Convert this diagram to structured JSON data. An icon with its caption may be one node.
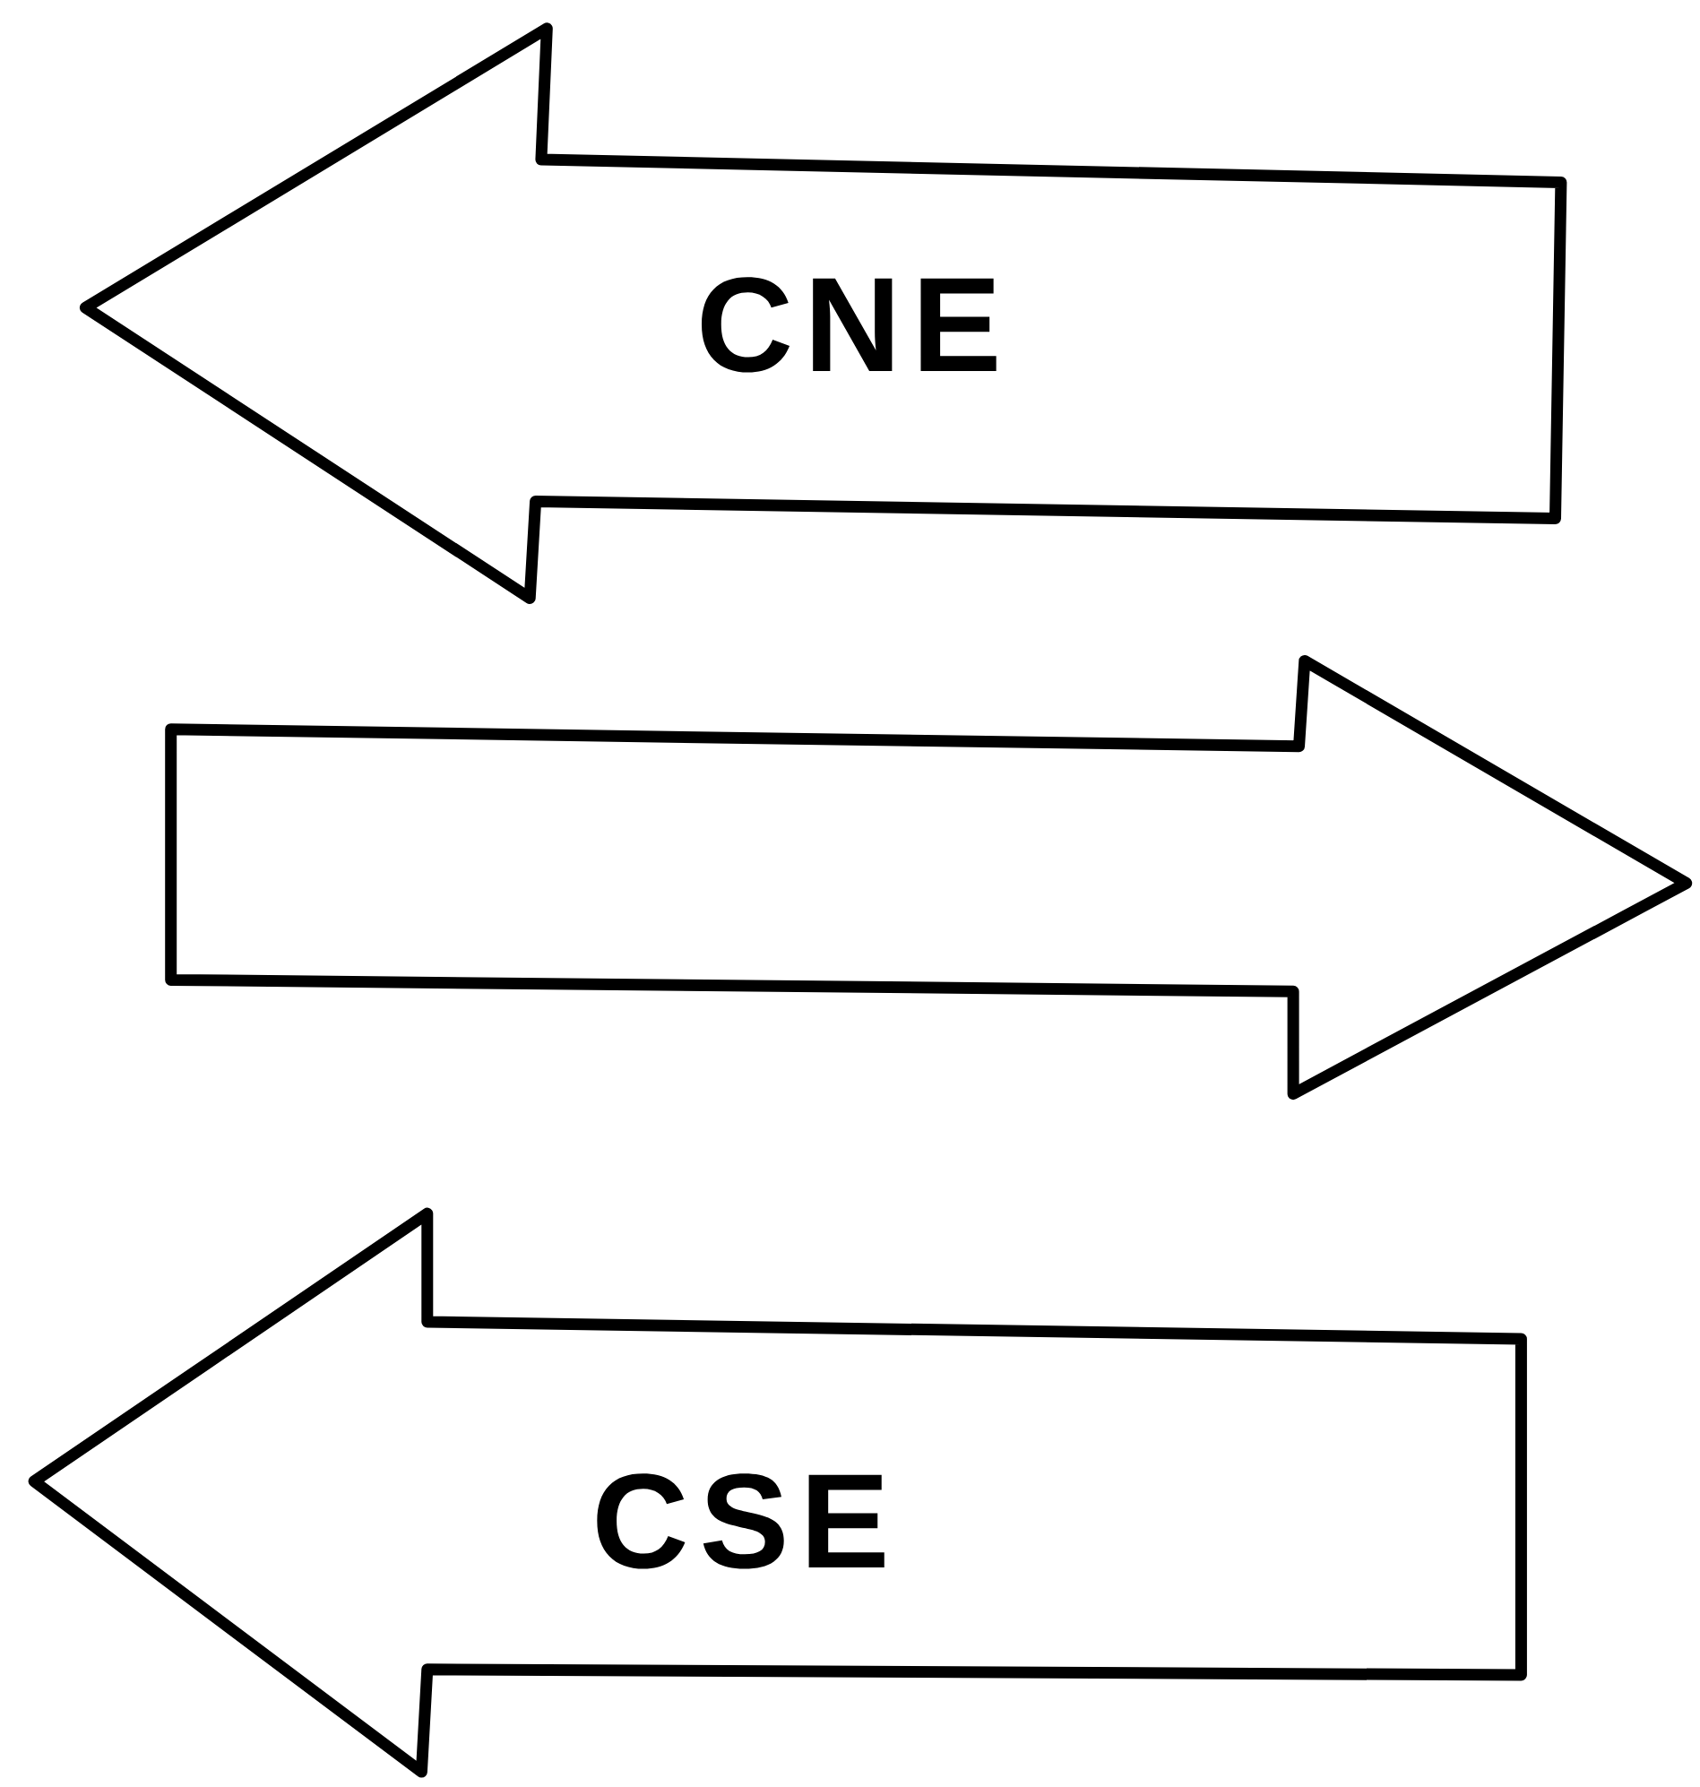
{
  "diagram": {
    "nodes": [
      {
        "text": [
          "CNE"
        ]
      },
      {
        "text": [],
        "shape": "arrow"
      },
      {
        "text": [
          "CSE"
        ]
      }
    ]
  }
}
